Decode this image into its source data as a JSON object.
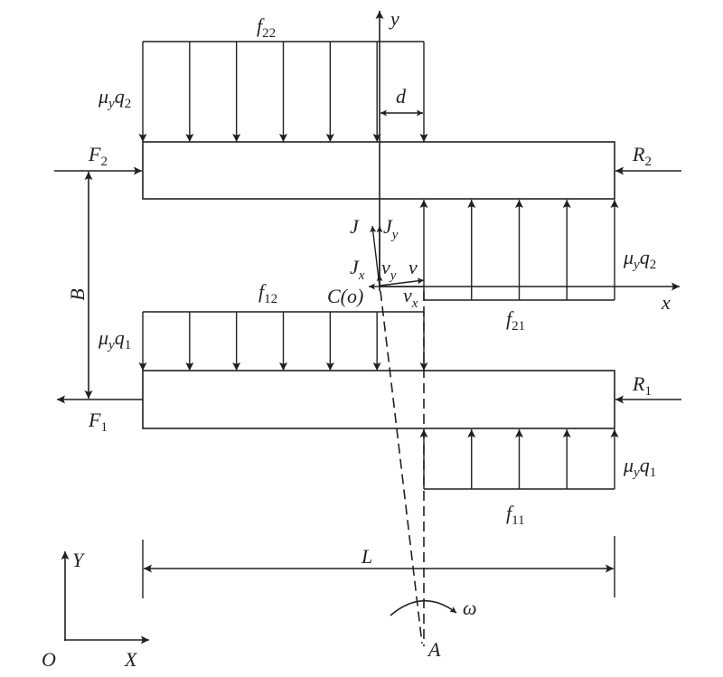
{
  "figure": {
    "description": "Force analysis diagram of a two-track vehicle during skid steering with instantaneous center C(o) and rotation center A",
    "labels": {
      "f22": {
        "main": "f",
        "sub": "22"
      },
      "f21": {
        "main": "f",
        "sub": "21"
      },
      "f12": {
        "main": "f",
        "sub": "12"
      },
      "f11": {
        "main": "f",
        "sub": "11"
      },
      "mu_q2_left": {
        "mu": "μ",
        "mu_sub": "y",
        "q": "q",
        "q_sub": "2"
      },
      "mu_q2_right": {
        "mu": "μ",
        "mu_sub": "y",
        "q": "q",
        "q_sub": "2"
      },
      "mu_q1_left": {
        "mu": "μ",
        "mu_sub": "y",
        "q": "q",
        "q_sub": "1"
      },
      "mu_q1_right": {
        "mu": "μ",
        "mu_sub": "y",
        "q": "q",
        "q_sub": "1"
      },
      "F2": {
        "main": "F",
        "sub": "2"
      },
      "F1": {
        "main": "F",
        "sub": "1"
      },
      "R2": {
        "main": "R",
        "sub": "2"
      },
      "R1": {
        "main": "R",
        "sub": "1"
      },
      "B": "B",
      "L": "L",
      "d": "d",
      "y_axis": "y",
      "x_axis": "x",
      "J": "J",
      "Jy": {
        "main": "J",
        "sub": "y"
      },
      "Jx": {
        "main": "J",
        "sub": "x"
      },
      "vy": {
        "main": "v",
        "sub": "y"
      },
      "v": "v",
      "vx": {
        "main": "v",
        "sub": "x"
      },
      "C_origin": "C(o)",
      "omega": "ω",
      "A": "A",
      "global_Y": "Y",
      "global_X": "X",
      "global_O": "O"
    },
    "load_arrow_counts": {
      "f22_down": 7,
      "f21_up": 5,
      "f12_down": 7,
      "f11_up": 5
    },
    "stroke_color": "#231f20",
    "background": "#ffffff"
  }
}
